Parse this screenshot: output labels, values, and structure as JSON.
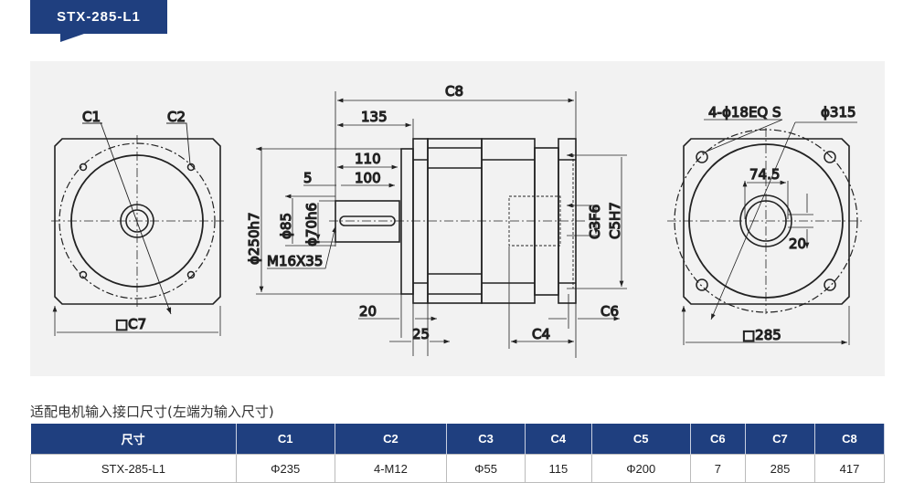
{
  "model_tag": "STX-285-L1",
  "drawing": {
    "left_view": {
      "c1": "C1",
      "c2": "C2",
      "c7": "□C7"
    },
    "side_view": {
      "c8": "C8",
      "d135": "135",
      "d110": "110",
      "d5": "5",
      "d100": "100",
      "d250": "ϕ250h7",
      "d85": "ϕ85",
      "d70": "ϕ70h6",
      "m16": "M16X35",
      "d20": "20",
      "d25": "25",
      "c4": "C4",
      "c6": "C6",
      "c3": "C3F6",
      "c5": "C5H7"
    },
    "right_view": {
      "holes": "4-ϕ18EQ S",
      "pcd": "ϕ315",
      "d745": "74.5",
      "d20": "20",
      "square": "□285"
    }
  },
  "caption": "适配电机输入接口尺寸(左端为输入尺寸)",
  "table": {
    "headers": [
      "尺寸",
      "C1",
      "C2",
      "C3",
      "C4",
      "C5",
      "C6",
      "C7",
      "C8"
    ],
    "rows": [
      [
        "STX-285-L1",
        "Φ235",
        "4-M12",
        "Φ55",
        "115",
        "Φ200",
        "7",
        "285",
        "417"
      ]
    ]
  }
}
